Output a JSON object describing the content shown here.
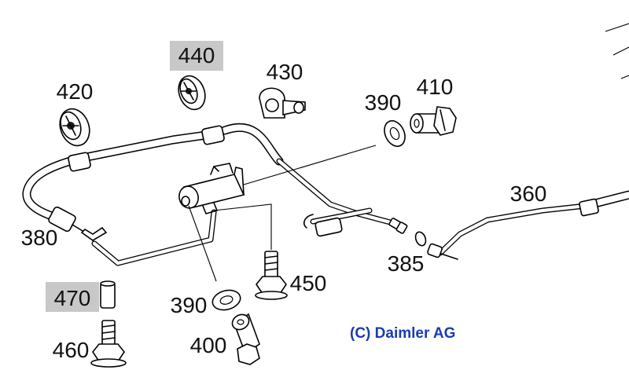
{
  "labels": {
    "p360": "360",
    "p380": "380",
    "p385": "385",
    "p390a": "390",
    "p390b": "390",
    "p400": "400",
    "p410": "410",
    "p420": "420",
    "p430": "430",
    "p440": "440",
    "p450": "450",
    "p460": "460",
    "p470": "470"
  },
  "highlighted_parts": [
    "440",
    "470"
  ],
  "copyright": "(C) Daimler AG",
  "colors": {
    "line": "#000000",
    "highlight": "#c8c8c8",
    "copyright": "#1a3cb0"
  }
}
